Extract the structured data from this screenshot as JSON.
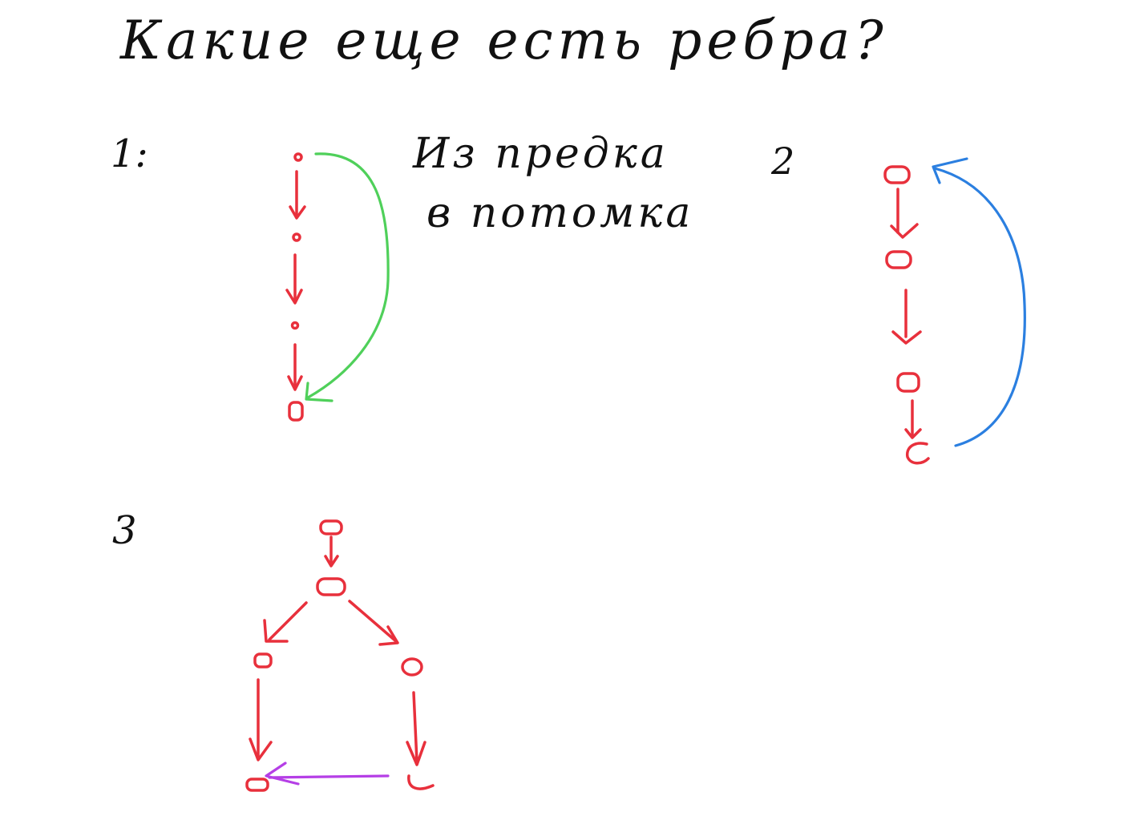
{
  "title": "Какие еще есть ребра?",
  "cases": [
    {
      "label": "1:",
      "note_line1": "Из предка",
      "note_line2": "в потомка"
    },
    {
      "label": "2"
    },
    {
      "label": "3"
    }
  ],
  "colors": {
    "ink": "#111111",
    "tree_edge": "#e8303c",
    "forward_edge": "#4fd05a",
    "back_edge": "#2b7fe0",
    "cross_edge": "#b53fe6"
  }
}
